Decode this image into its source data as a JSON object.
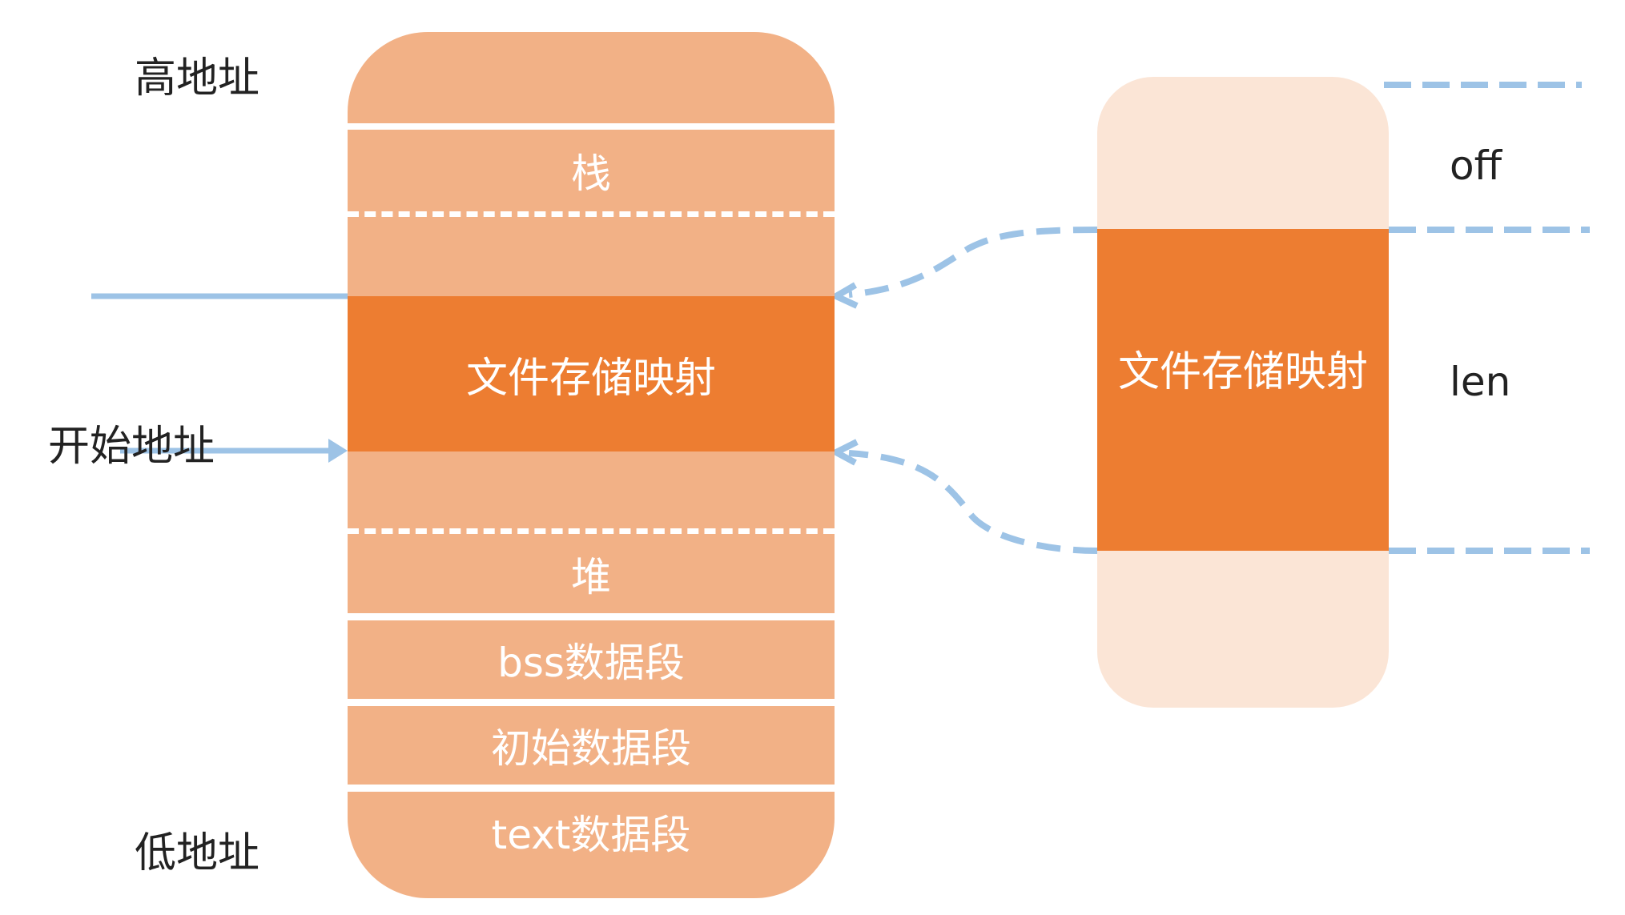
{
  "colors": {
    "segment": "#f2b186",
    "mapping": "#ed7d31",
    "file_bg": "#fbe5d6",
    "arrow": "#9dc3e6",
    "text_dark": "#222222",
    "text_light": "#ffffff"
  },
  "labels": {
    "high_address": "高地址",
    "start_address": "开始地址",
    "low_address": "低地址",
    "off": "off",
    "len": "len"
  },
  "memory": {
    "stack": "栈",
    "mapping": "文件存储映射",
    "heap": "堆",
    "bss": "bss数据段",
    "init_data": "初始数据段",
    "text": "text数据段"
  },
  "file": {
    "mapping": "文件存储映射"
  }
}
